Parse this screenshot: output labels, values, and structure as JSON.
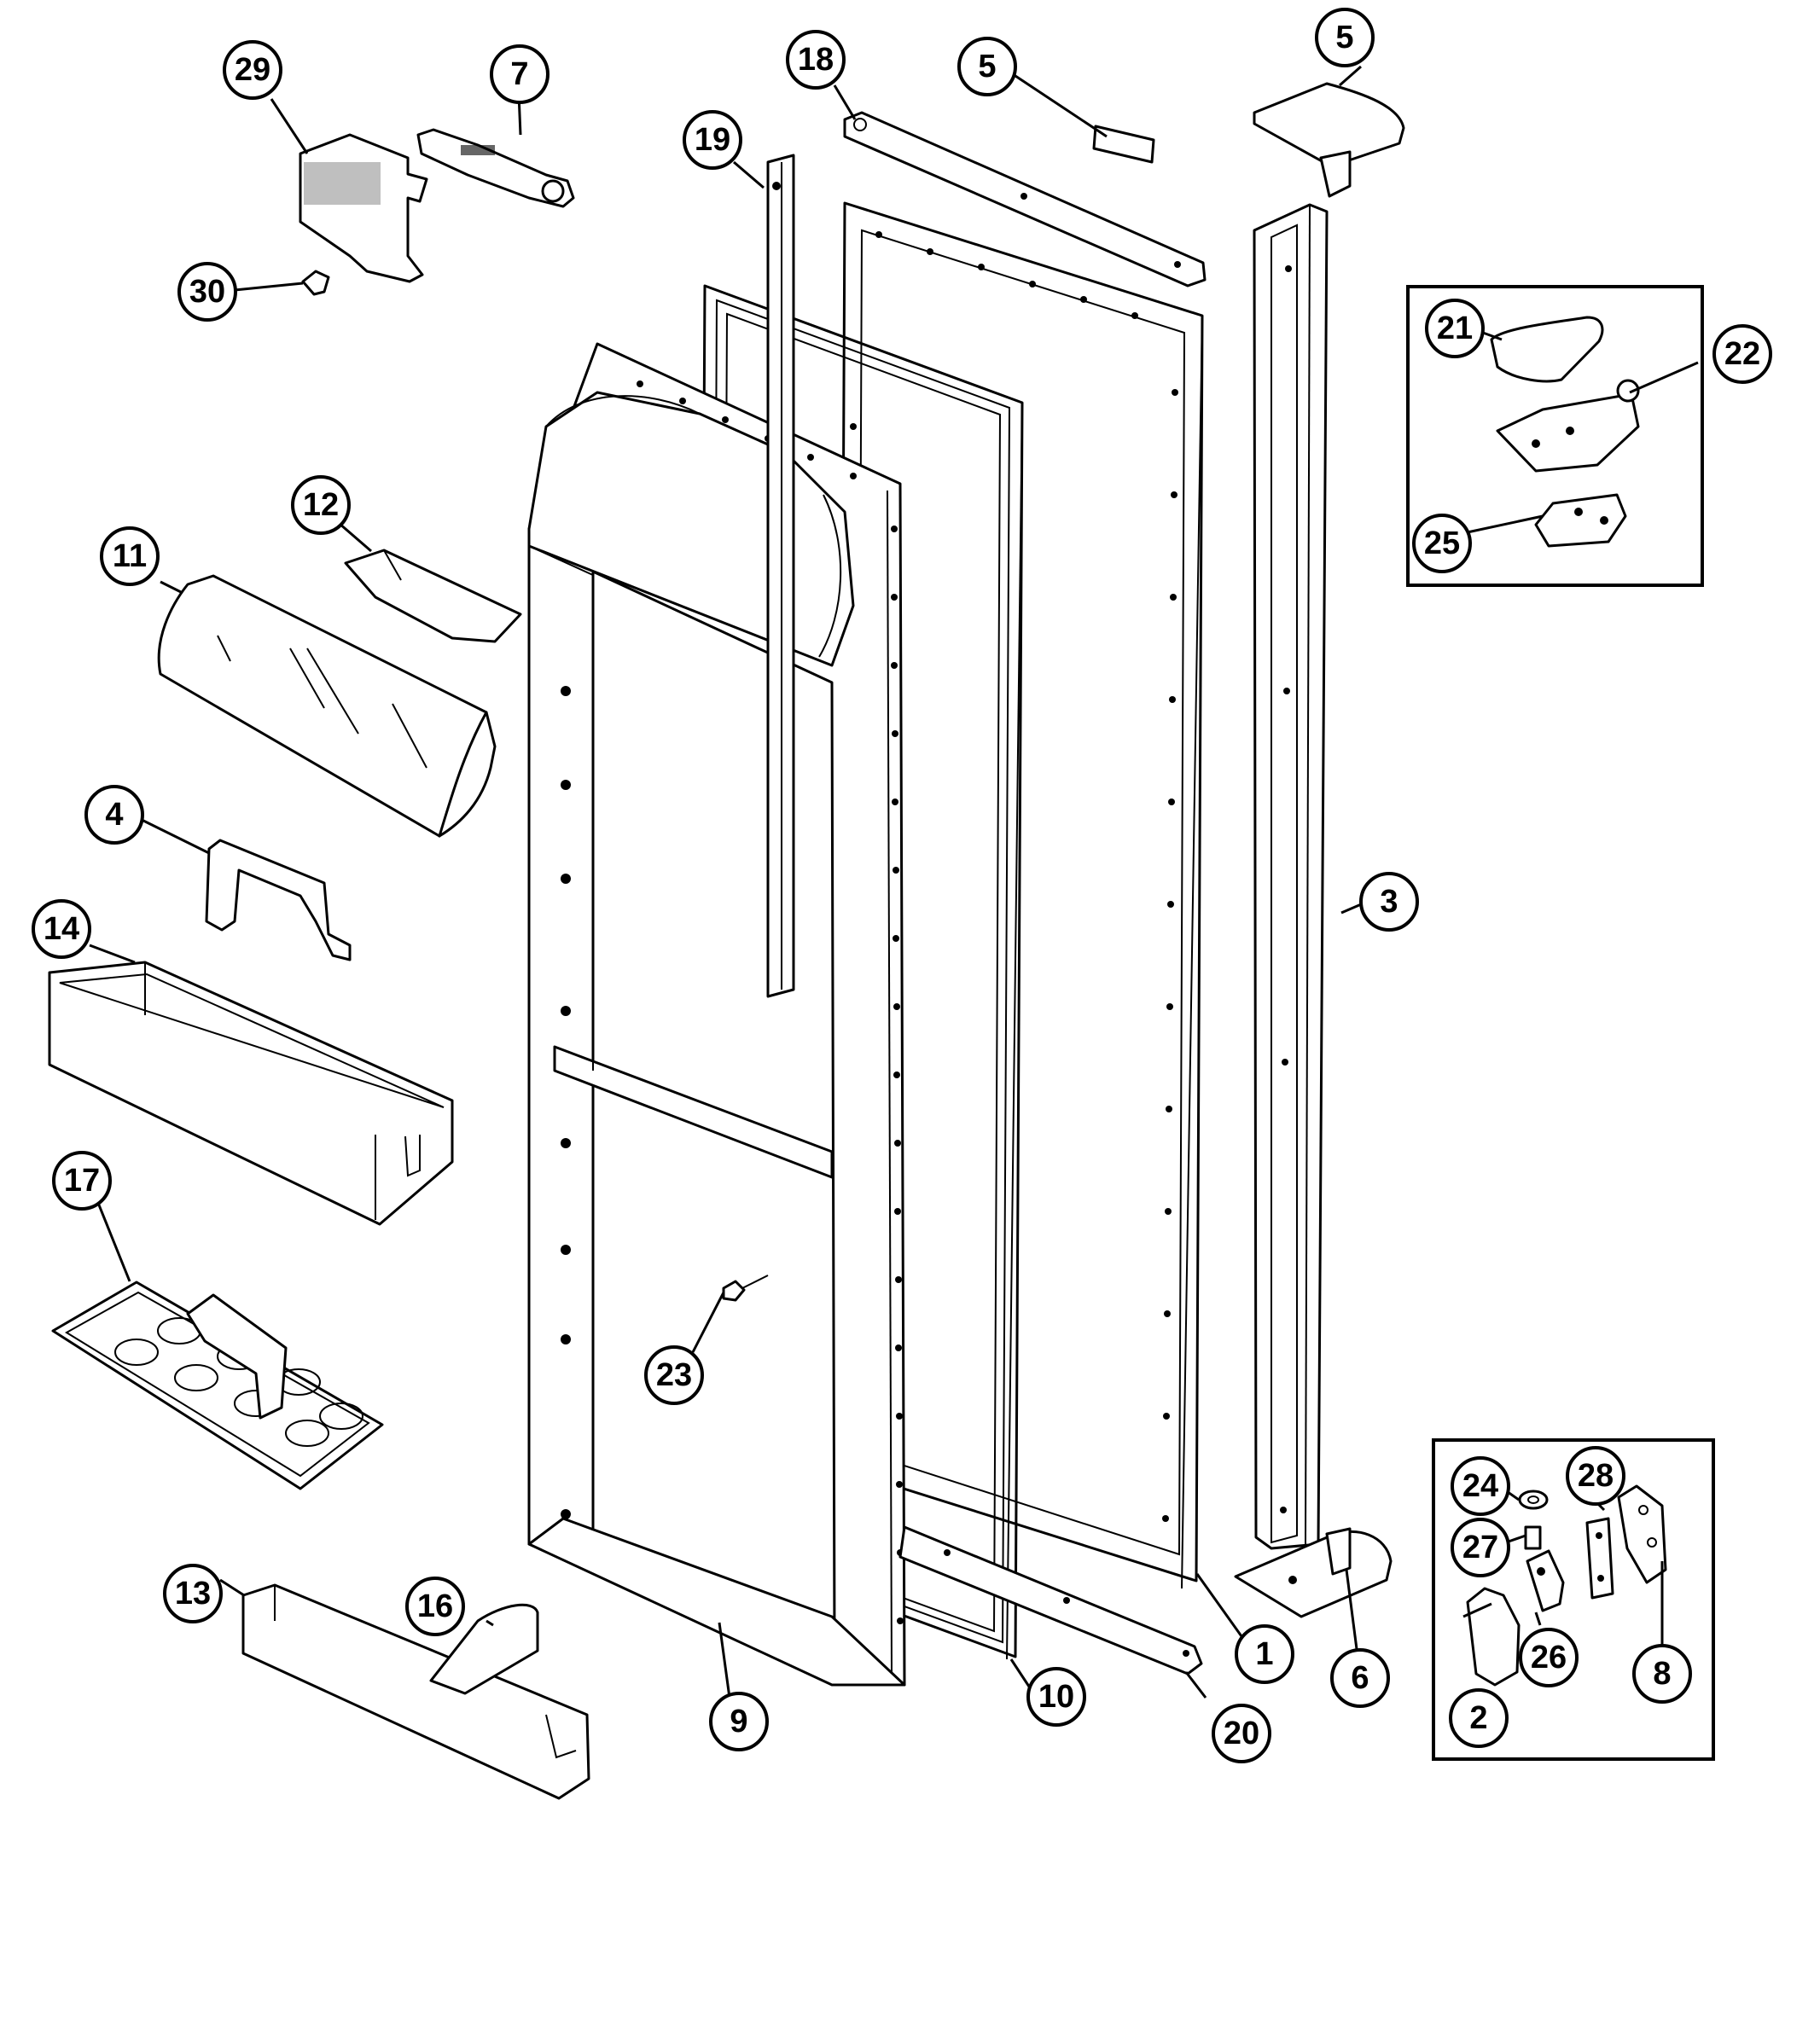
{
  "diagram": {
    "type": "exploded-parts-diagram",
    "callouts": {
      "c1": "1",
      "c2": "2",
      "c3": "3",
      "c4": "4",
      "c5a": "5",
      "c5b": "5",
      "c6": "6",
      "c7": "7",
      "c8": "8",
      "c9": "9",
      "c10": "10",
      "c11": "11",
      "c12": "12",
      "c13": "13",
      "c14": "14",
      "c16": "16",
      "c17": "17",
      "c18": "18",
      "c19": "19",
      "c20": "20",
      "c21": "21",
      "c22": "22",
      "c23": "23",
      "c24": "24",
      "c25": "25",
      "c26": "26",
      "c27": "27",
      "c28": "28",
      "c29": "29",
      "c30": "30"
    }
  }
}
